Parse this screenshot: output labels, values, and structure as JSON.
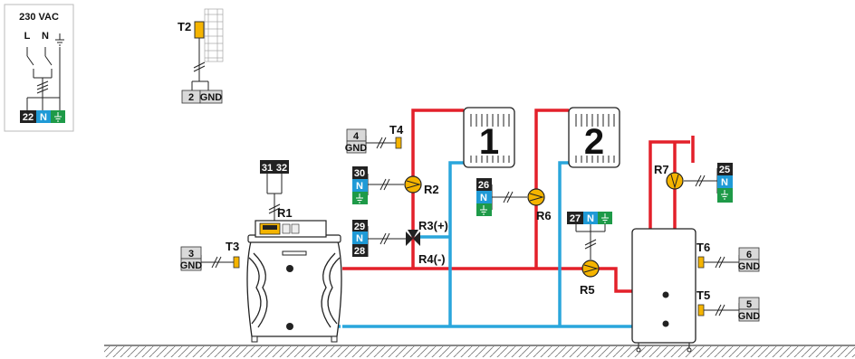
{
  "mains": {
    "voltage": "230 VAC",
    "l": "L",
    "n": "N"
  },
  "terminals": {
    "t22": "22",
    "t2": "2",
    "t3": "3",
    "t4": "4",
    "t5": "5",
    "t6": "6",
    "t25": "25",
    "t26": "26",
    "t27": "27",
    "t28": "28",
    "t29": "29",
    "t30": "30",
    "t31": "31",
    "t32": "32",
    "n": "N",
    "gnd": "GND"
  },
  "labels": {
    "R1": "R1",
    "R2": "R2",
    "R3": "R3(+)",
    "R4": "R4(-)",
    "R5": "R5",
    "R6": "R6",
    "R7": "R7",
    "T2": "T2",
    "T3": "T3",
    "T4": "T4",
    "T5": "T5",
    "T6": "T6"
  },
  "zones": {
    "zone1": "1",
    "zone2": "2"
  },
  "colors": {
    "supply": "#e3202a",
    "return": "#2aa6dc",
    "neutral": "#1f9ad6",
    "earth": "#1e9a48",
    "pump": "#f5b400"
  }
}
